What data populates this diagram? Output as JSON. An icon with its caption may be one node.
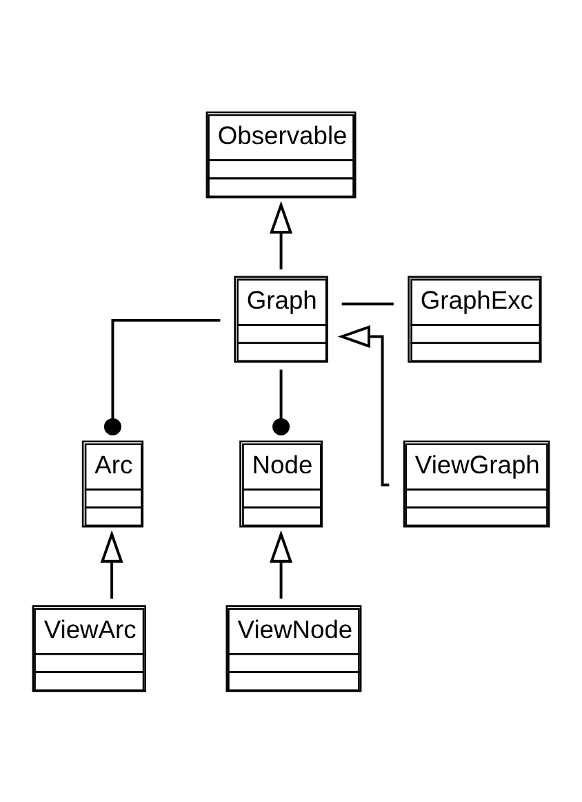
{
  "diagram": {
    "nodes": [
      {
        "text": [
          "Observable"
        ]
      },
      {
        "text": [
          "GraphExc"
        ]
      },
      {
        "text": [
          "Graph"
        ]
      },
      {
        "text": [
          "Arc"
        ]
      },
      {
        "text": [
          "Node"
        ]
      },
      {
        "text": [
          "ViewGraph"
        ]
      },
      {
        "text": [
          "ViewArc"
        ]
      },
      {
        "text": [
          "ViewNode"
        ]
      }
    ],
    "edges": [
      {
        "from": 2,
        "to": 0,
        "arrow": "to"
      },
      {
        "from": 2,
        "to": 1,
        "arrow": "none"
      },
      {
        "from": 2,
        "to": 3,
        "arrow": "other"
      },
      {
        "from": 2,
        "to": 4,
        "arrow": "other"
      },
      {
        "from": 5,
        "to": 2,
        "arrow": "to"
      },
      {
        "from": 6,
        "to": 3,
        "arrow": "to"
      },
      {
        "from": 7,
        "to": 4,
        "arrow": "to"
      }
    ]
  }
}
